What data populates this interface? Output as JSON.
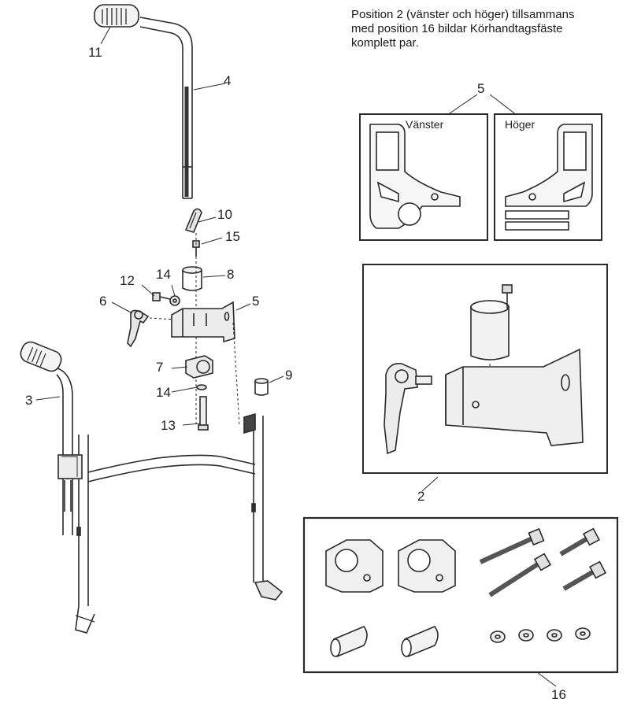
{
  "note": {
    "line1": "Position 2 (vänster och höger) tillsammans",
    "line2": "med position 16 bildar Körhandtagsfäste",
    "line3": "komplett par."
  },
  "labels": {
    "p11": "11",
    "p4": "4",
    "p10": "10",
    "p15": "15",
    "p8": "8",
    "p12": "12",
    "p14a": "14",
    "p6": "6",
    "p5": "5",
    "p7": "7",
    "p14b": "14",
    "p13": "13",
    "p9": "9",
    "p3": "3",
    "p5top": "5",
    "p2": "2",
    "p16": "16"
  },
  "panels": {
    "left": "Vänster",
    "right": "Höger"
  }
}
